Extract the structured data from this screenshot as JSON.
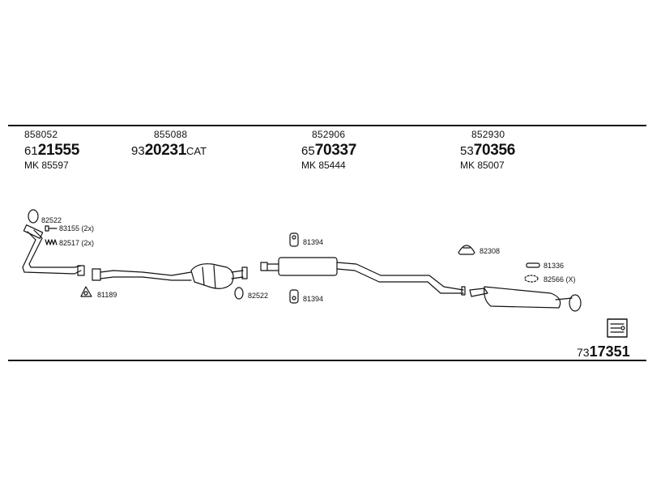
{
  "parts": [
    {
      "code": "858052",
      "prefix": "61",
      "main": "21555",
      "suffix": "",
      "mk": "MK 85597"
    },
    {
      "code": "855088",
      "prefix": "93",
      "main": "20231",
      "suffix": "CAT",
      "mk": ""
    },
    {
      "code": "852906",
      "prefix": "65",
      "main": "70337",
      "suffix": "",
      "mk": "MK 85444"
    },
    {
      "code": "852930",
      "prefix": "53",
      "main": "70356",
      "suffix": "",
      "mk": "MK 85007"
    }
  ],
  "labels": {
    "gasket_82522_a": "82522",
    "bolt_83155": "83155 (2x)",
    "spring_82517": "82517 (2x)",
    "gasket_81189": "81189",
    "gasket_82522_b": "82522",
    "hanger_81394_a": "81394",
    "hanger_81394_b": "81394",
    "clamp_82308": "82308",
    "hanger_81336": "81336",
    "gasket_82566": "82566 (X)"
  },
  "reference": {
    "prefix": "73",
    "main": "17351"
  },
  "icons": [
    "gasket-icon",
    "bolt-icon",
    "spring-icon",
    "clamp-icon",
    "hanger-icon",
    "exhaust-pipe-icon",
    "catalytic-converter-icon",
    "silencer-icon",
    "logo-icon"
  ]
}
